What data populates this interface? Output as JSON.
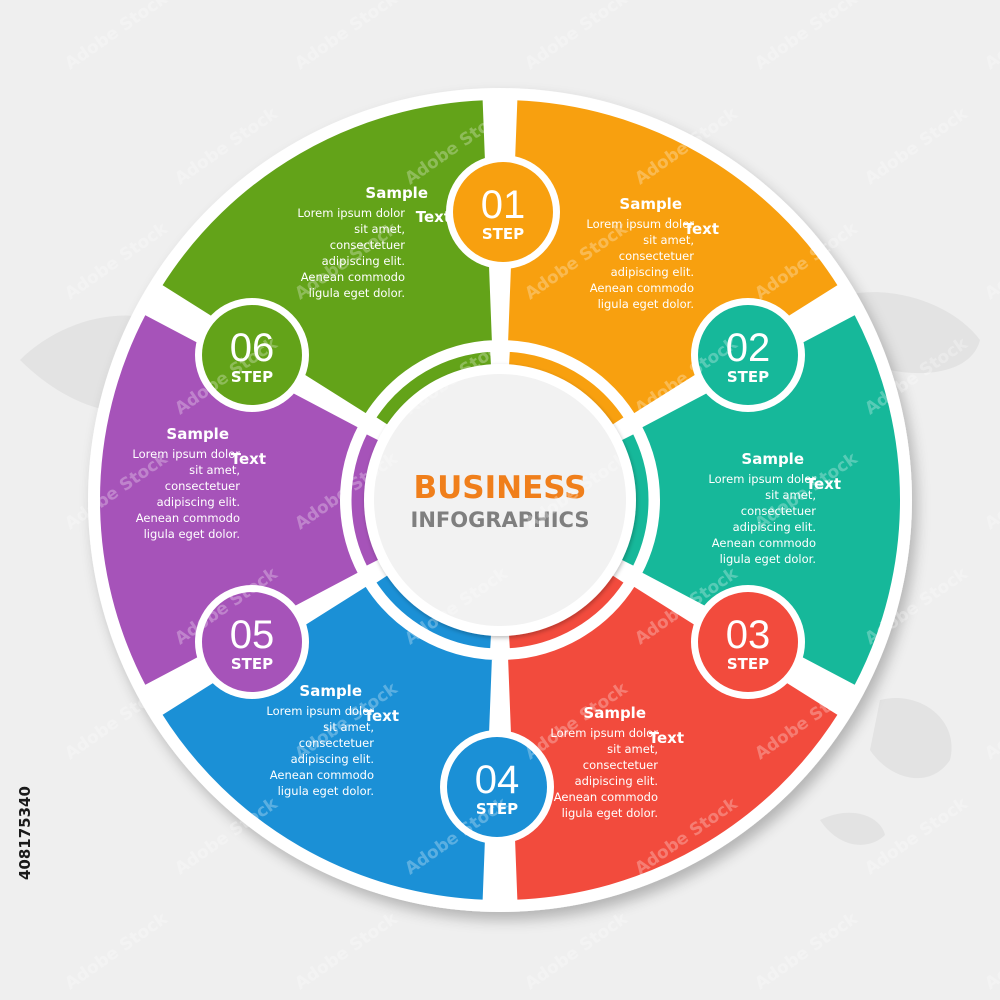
{
  "center": {
    "title": "BUSINESS",
    "subtitle": "INFOGRAPHICS",
    "title_color": "#f07f1b",
    "subtitle_color": "#7f7f7f"
  },
  "watermark_text": "Adobe Stock",
  "stock_id": "408175340",
  "steps": [
    {
      "number": "01",
      "step_label": "STEP",
      "color": "#f8a00f",
      "title_line1": "Sample",
      "title_line2": "Text",
      "body": [
        "Lorem ipsum dolor",
        "sit amet,",
        "consectetuer",
        "adipiscing elit.",
        "Aenean commodo",
        "ligula eget dolor."
      ]
    },
    {
      "number": "02",
      "step_label": "STEP",
      "color": "#16b89a",
      "title_line1": "Sample",
      "title_line2": "Text",
      "body": [
        "Lorem ipsum dolor",
        "sit amet,",
        "consectetuer",
        "adipiscing elit.",
        "Aenean commodo",
        "ligula eget dolor."
      ]
    },
    {
      "number": "03",
      "step_label": "STEP",
      "color": "#f24b3d",
      "title_line1": "Sample",
      "title_line2": "Text",
      "body": [
        "Lorem ipsum dolor",
        "sit amet,",
        "consectetuer",
        "adipiscing elit.",
        "Aenean commodo",
        "ligula eget dolor."
      ]
    },
    {
      "number": "04",
      "step_label": "STEP",
      "color": "#1b90d6",
      "title_line1": "Sample",
      "title_line2": "Text",
      "body": [
        "Lorem ipsum dolor",
        "sit amet,",
        "consectetuer",
        "adipiscing elit.",
        "Aenean commodo",
        "ligula eget dolor."
      ]
    },
    {
      "number": "05",
      "step_label": "STEP",
      "color": "#a653b9",
      "title_line1": "Sample",
      "title_line2": "Text",
      "body": [
        "Lorem ipsum dolor",
        "sit amet,",
        "consectetuer",
        "adipiscing elit.",
        "Aenean commodo",
        "ligula eget dolor."
      ]
    },
    {
      "number": "06",
      "step_label": "STEP",
      "color": "#63a319",
      "title_line1": "Sample",
      "title_line2": "Text",
      "body": [
        "Lorem ipsum dolor",
        "sit amet,",
        "consectetuer",
        "adipiscing elit.",
        "Aenean commodo",
        "ligula eget dolor."
      ]
    }
  ]
}
